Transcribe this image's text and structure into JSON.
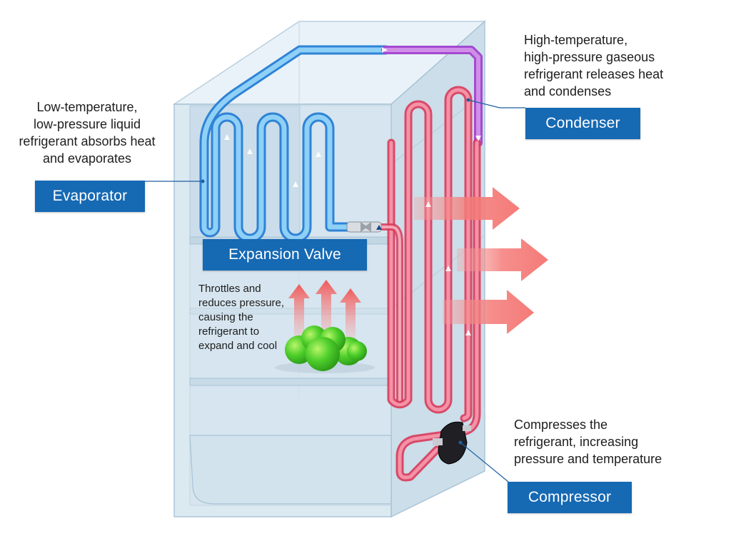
{
  "colors": {
    "label_bg": "#1669b3",
    "cold_pipe": "#4aa7ea",
    "hot_pipe": "#e94f6e",
    "heat_arrow": "#f47b78",
    "cabinet": "#dbe9f2",
    "produce": "#43c12a"
  },
  "evaporator": {
    "label": "Evaporator",
    "note_lines": [
      "Low-temperature,",
      "low-pressure liquid",
      "refrigerant absorbs heat",
      "and evaporates"
    ]
  },
  "condenser": {
    "label": "Condenser",
    "note_lines": [
      "High-temperature,",
      "high-pressure gaseous",
      "refrigerant releases heat",
      "and condenses"
    ]
  },
  "expansion_valve": {
    "label": "Expansion Valve",
    "note_lines": [
      "Throttles and",
      "reduces pressure,",
      "causing the",
      "refrigerant to",
      "expand and cool"
    ]
  },
  "compressor": {
    "label": "Compressor",
    "note_lines": [
      "Compresses the",
      "refrigerant, increasing",
      "pressure and temperature"
    ]
  },
  "icons": [
    "heat-release-arrow-icon",
    "cold-air-arrow-icon",
    "green-apple-icon",
    "compressor-unit-icon",
    "flow-arrow-icon"
  ]
}
